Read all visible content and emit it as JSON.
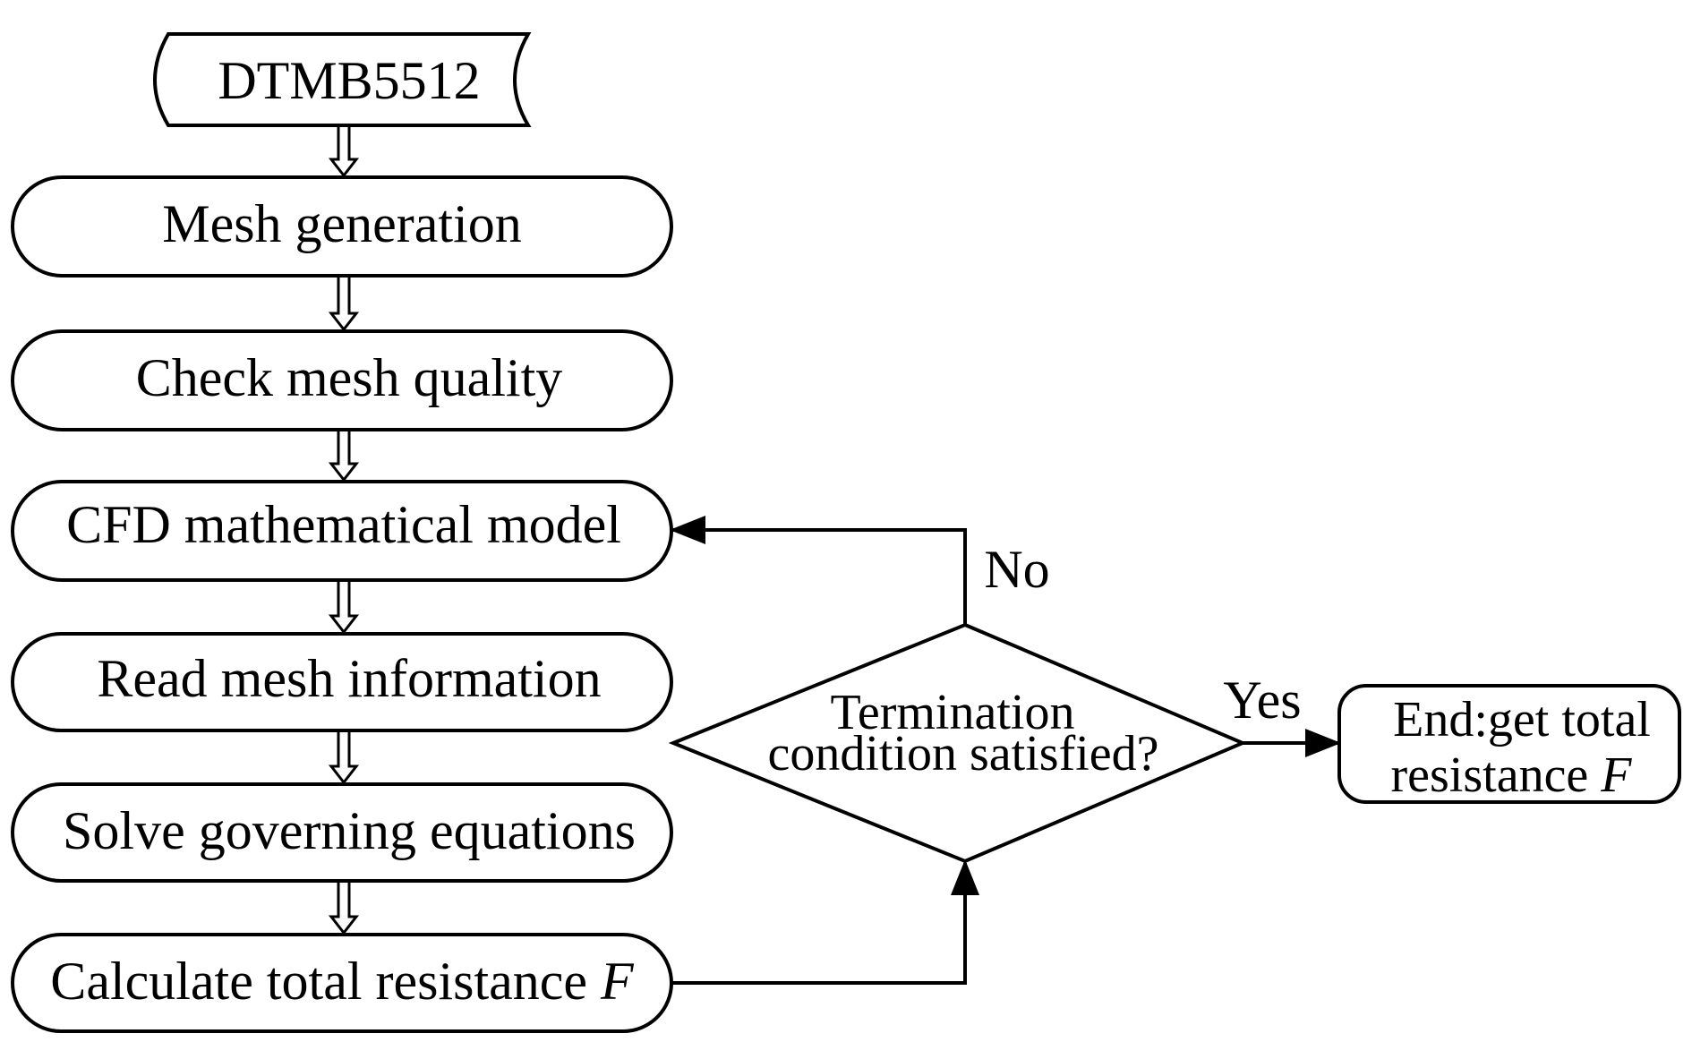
{
  "start": {
    "label": "DTMB5512"
  },
  "steps": [
    {
      "id": "mesh-generation",
      "label": "Mesh generation"
    },
    {
      "id": "check-mesh-quality",
      "label": "Check mesh quality"
    },
    {
      "id": "cfd-model",
      "label": "CFD mathematical model"
    },
    {
      "id": "read-mesh",
      "label": "Read mesh information"
    },
    {
      "id": "solve-equations",
      "label": "Solve governing equations"
    },
    {
      "id": "calc-resistance",
      "label": "Calculate total resistance ",
      "label_var": "F"
    }
  ],
  "decision": {
    "line1": "Termination",
    "line2": "condition satisfied?"
  },
  "end": {
    "line1": "End:get total",
    "line2": "resistance ",
    "line2_var": "F"
  },
  "edges": {
    "no": "No",
    "yes": "Yes"
  },
  "colors": {
    "stroke": "#000000",
    "fill": "#ffffff",
    "text": "#000000"
  }
}
